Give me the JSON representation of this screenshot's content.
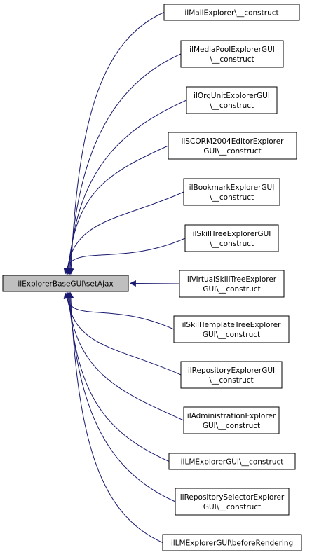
{
  "source": {
    "label": "ilExplorerBaseGUI\\setAjax",
    "fill": "#bfbfbf"
  },
  "callers": [
    {
      "lines": [
        "ilMailExplorer\\__construct"
      ]
    },
    {
      "lines": [
        "ilMediaPoolExplorerGUI",
        "\\__construct"
      ]
    },
    {
      "lines": [
        "ilOrgUnitExplorerGUI",
        "\\__construct"
      ]
    },
    {
      "lines": [
        "ilSCORM2004EditorExplorer",
        "GUI\\__construct"
      ]
    },
    {
      "lines": [
        "ilBookmarkExplorerGUI",
        "\\__construct"
      ]
    },
    {
      "lines": [
        "ilSkillTreeExplorerGUI",
        "\\__construct"
      ]
    },
    {
      "lines": [
        "ilVirtualSkillTreeExplorer",
        "GUI\\__construct"
      ]
    },
    {
      "lines": [
        "ilSkillTemplateTreeExplorer",
        "GUI\\__construct"
      ]
    },
    {
      "lines": [
        "ilRepositoryExplorerGUI",
        "\\__construct"
      ]
    },
    {
      "lines": [
        "ilAdministrationExplorer",
        "GUI\\__construct"
      ]
    },
    {
      "lines": [
        "ilLMExplorerGUI\\__construct"
      ]
    },
    {
      "lines": [
        "ilRepositorySelectorExplorer",
        "GUI\\__construct"
      ]
    },
    {
      "lines": [
        "ilLMExplorerGUI\\beforeRendering"
      ]
    }
  ],
  "colors": {
    "edge": "#191970",
    "border": "#000000",
    "node_fill": "#ffffff"
  }
}
